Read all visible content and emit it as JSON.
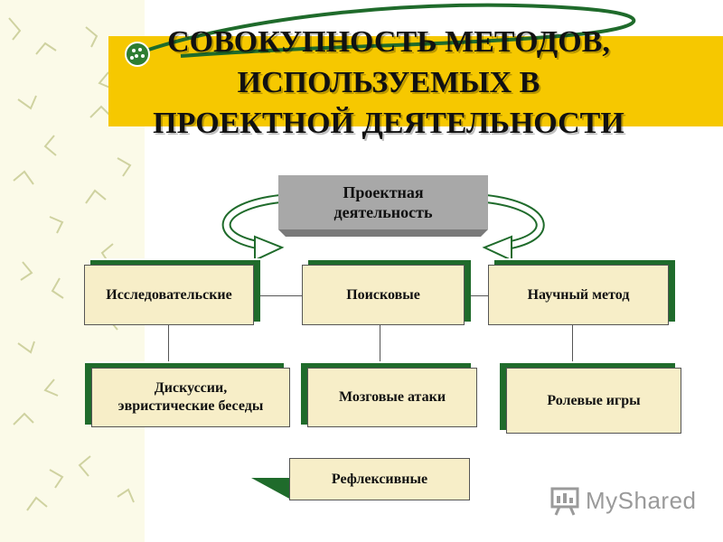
{
  "title": {
    "line1": "СОВОКУПНОСТЬ МЕТОДОВ,",
    "line2": "ИСПОЛЬЗУЕМЫХ В",
    "line3": "ПРОЕКТНОЙ ДЕЯТЕЛЬНОСТИ"
  },
  "diagram": {
    "root": {
      "line1": "Проектная",
      "line2": "деятельность"
    },
    "level1": [
      "Исследовательские",
      "Поисковые",
      "Научный метод"
    ],
    "level2": {
      "discussions": {
        "line1": "Дискуссии,",
        "line2": "эвристические беседы"
      },
      "brainstorm": "Мозговые атаки",
      "roleplay": "Ролевые игры"
    },
    "reflexive": "Рефлексивные"
  },
  "watermark": {
    "text": "MyShared"
  },
  "colors": {
    "accent": "#f6c800",
    "box_fill": "#f7eec8",
    "shadow_green": "#1f6b2b",
    "root_gray": "#a8a8a8"
  }
}
